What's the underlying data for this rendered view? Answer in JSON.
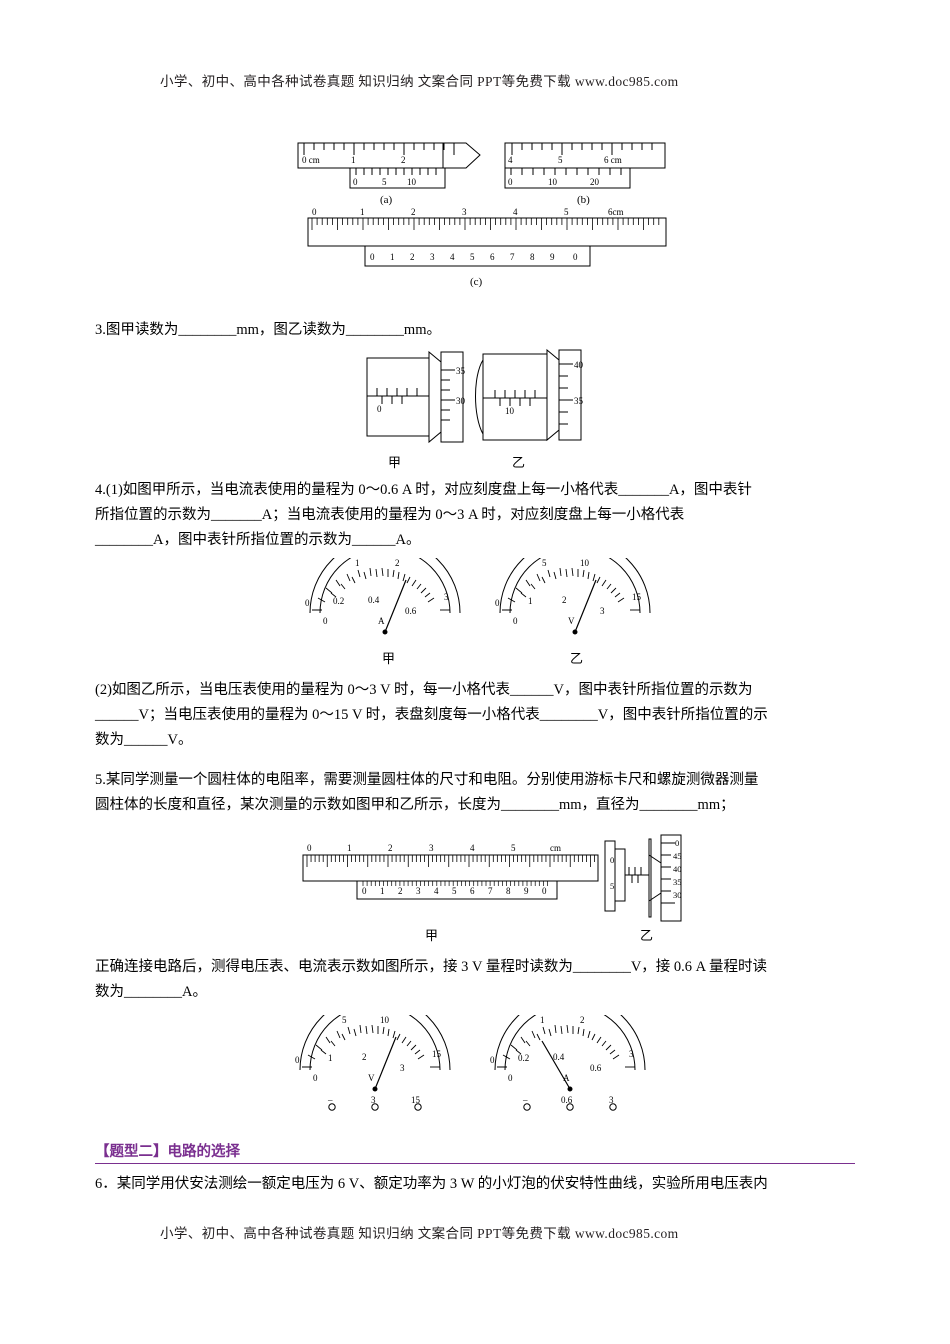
{
  "watermark": {
    "top": "小学、初中、高中各种试卷真题  知识归纳  文案合同  PPT等免费下载      www.doc985.com",
    "bottom": "小学、初中、高中各种试卷真题  知识归纳  文案合同  PPT等免费下载      www.doc985.com"
  },
  "figures": {
    "fig1": {
      "caption_a": "(a)",
      "caption_b": "(b)",
      "caption_c": "(c)",
      "a_main_ticks": [
        "0 cm",
        "1",
        "2"
      ],
      "a_vernier_ticks": [
        "0",
        "5",
        "10"
      ],
      "b_main_ticks": [
        "4",
        "5",
        "6 cm"
      ],
      "b_vernier_ticks": [
        "0",
        "10",
        "20"
      ],
      "c_main_ticks": [
        "0",
        "1",
        "2",
        "3",
        "4",
        "5",
        "6cm"
      ],
      "c_vernier_ticks": [
        "0",
        "1",
        "2",
        "3",
        "4",
        "5",
        "6",
        "7",
        "8",
        "9",
        "0"
      ]
    },
    "fig2": {
      "left_label": "甲",
      "right_label": "乙",
      "left_ticks": [
        "35",
        "30",
        "0"
      ],
      "right_ticks": [
        "40",
        "35",
        "10"
      ]
    },
    "fig3": {
      "left_label": "甲",
      "right_label": "乙",
      "left_upper": [
        "1",
        "2"
      ],
      "left_lower": [
        "0",
        "0.2",
        "0.4",
        "0.6",
        "3"
      ],
      "left_unit": "A",
      "left_zero": "0",
      "right_upper": [
        "5",
        "10"
      ],
      "right_lower": [
        "0",
        "1",
        "2",
        "3",
        "15"
      ],
      "right_unit": "V",
      "right_zero": "0"
    },
    "fig4": {
      "left_label": "甲",
      "right_label": "乙",
      "caliper_main": [
        "0",
        "1",
        "2",
        "3",
        "4",
        "5",
        "cm"
      ],
      "caliper_vernier": [
        "0",
        "1",
        "2",
        "3",
        "4",
        "5",
        "6",
        "7",
        "8",
        "9",
        "0"
      ],
      "micro_ticks": [
        "0",
        "45",
        "40",
        "35",
        "30"
      ],
      "micro_side": [
        "0",
        "5"
      ]
    },
    "fig5": {
      "left_upper": [
        "5",
        "10"
      ],
      "left_lower": [
        "0",
        "1",
        "2",
        "3",
        "15"
      ],
      "left_unit": "V",
      "left_zero": "0",
      "left_bottom": [
        "–",
        "3",
        "15"
      ],
      "right_upper": [
        "1",
        "2"
      ],
      "right_lower": [
        "0",
        "0.2",
        "0.4",
        "0.6",
        "3"
      ],
      "right_unit": "A",
      "right_zero": "0",
      "right_bottom": [
        "–",
        "0.6",
        "3"
      ]
    }
  },
  "questions": {
    "q3": "3.图甲读数为________mm，图乙读数为________mm。",
    "q4_1_line1": "4.(1)如图甲所示，当电流表使用的量程为 0～0.6 A 时，对应刻度盘上每一小格代表_______A，图中表针",
    "q4_1_line2": "所指位置的示数为_______A；当电流表使用的量程为 0～3 A 时，对应刻度盘上每一小格代表",
    "q4_1_line3": "________A，图中表针所指位置的示数为______A。",
    "q4_2_line1": "(2)如图乙所示，当电压表使用的量程为 0～3 V 时，每一小格代表______V，图中表针所指位置的示数为",
    "q4_2_line2": "______V；当电压表使用的量程为 0～15 V 时，表盘刻度每一小格代表________V，图中表针所指位置的示",
    "q4_2_line3": "数为______V。",
    "q5_line1": "5.某同学测量一个圆柱体的电阻率，需要测量圆柱体的尺寸和电阻。分别使用游标卡尺和螺旋测微器测量",
    "q5_line2": "圆柱体的长度和直径，某次测量的示数如图甲和乙所示，长度为________mm，直径为________mm；",
    "q5_line3": "正确连接电路后，测得电压表、电流表示数如图所示，接 3 V 量程时读数为________V，接 0.6 A 量程时读",
    "q5_line4": "数为________A。",
    "q6": "6．某同学用伏安法测绘一额定电压为 6 V、额定功率为 3 W 的小灯泡的伏安特性曲线，实验所用电压表内"
  },
  "section": {
    "tag": "【题型二】",
    "title": "电路的选择",
    "accent": "#7a2f8f"
  }
}
